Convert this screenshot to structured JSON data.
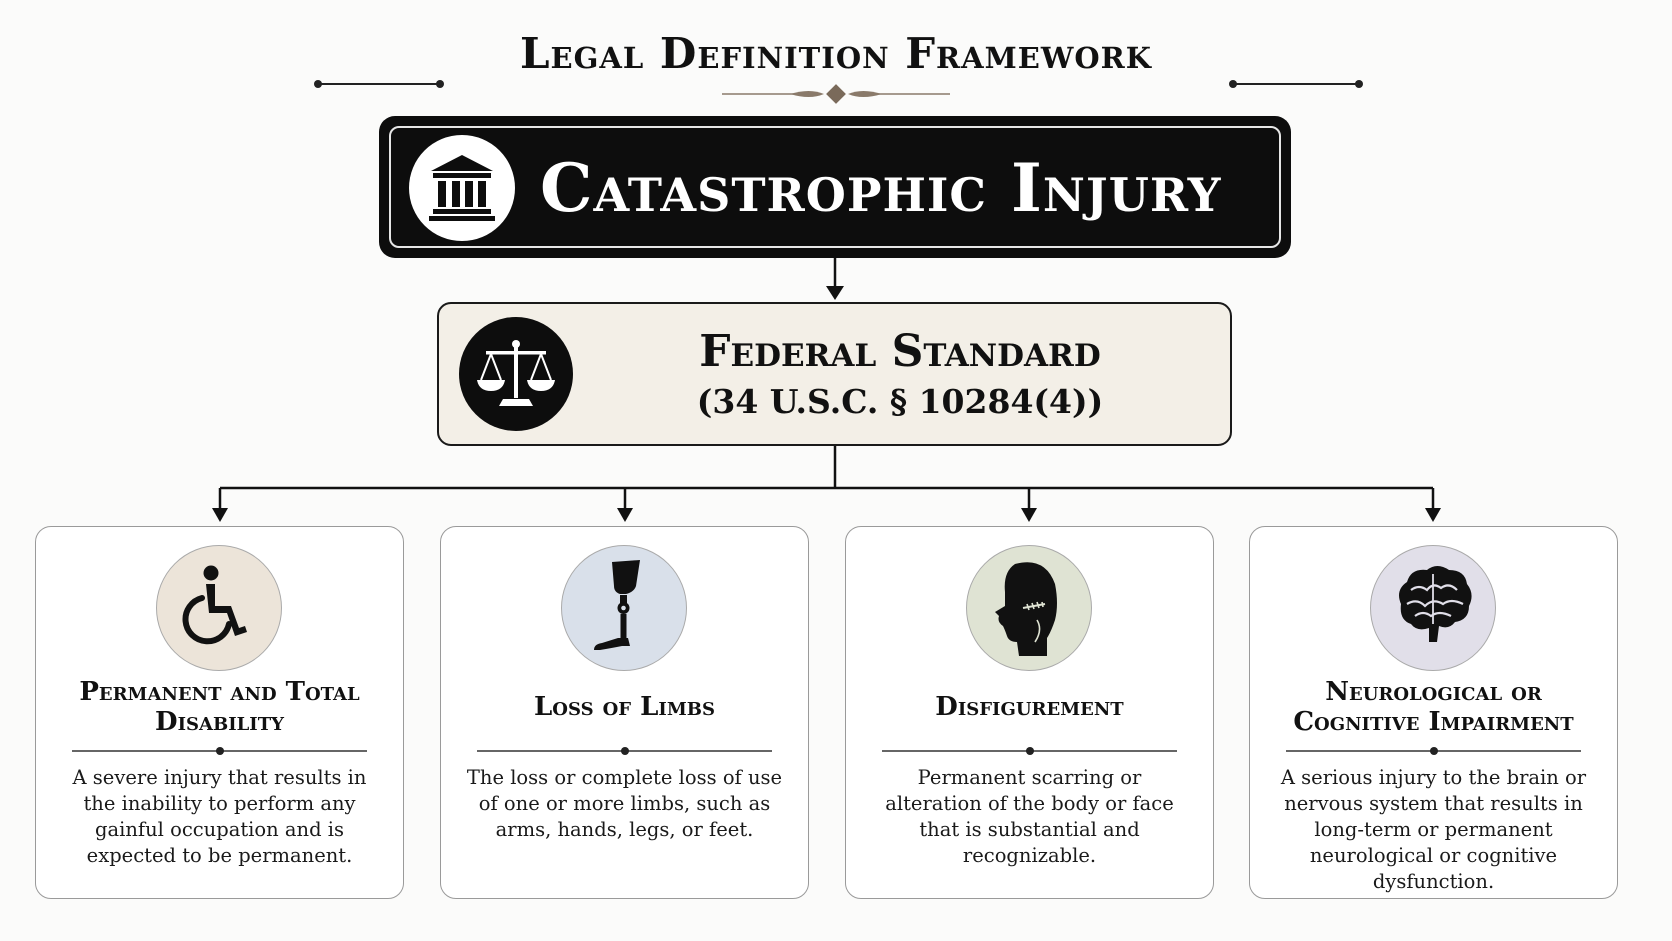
{
  "header": {
    "title": "Legal Definition Framework"
  },
  "top_box": {
    "icon": "courthouse-icon",
    "title": "Catastrophic Injury"
  },
  "federal_box": {
    "icon": "scales-of-justice-icon",
    "title": "Federal Standard",
    "citation": "(34 U.S.C. § 10284(4))"
  },
  "categories": [
    {
      "icon": "wheelchair-icon",
      "icon_bg": "#ece4d9",
      "title": "Permanent and Total Disability",
      "description": "A severe injury that results in the inability to perform any gainful occupation and is expected to be permanent."
    },
    {
      "icon": "prosthetic-leg-icon",
      "icon_bg": "#d9e0ea",
      "title": "Loss of Limbs",
      "description": "The loss or complete loss of use of one or more limbs, such as arms, hands, legs, or feet."
    },
    {
      "icon": "scarred-face-icon",
      "icon_bg": "#dfe3d3",
      "title": "Disfigurement",
      "description": "Permanent scarring or alteration of the body or face that is substantial and recognizable."
    },
    {
      "icon": "brain-icon",
      "icon_bg": "#e1dfe9",
      "title": "Neurological or Cognitive Impairment",
      "description": "A serious injury to the brain or nervous system that results in long-term or permanent neurological or cognitive dysfunction."
    }
  ]
}
